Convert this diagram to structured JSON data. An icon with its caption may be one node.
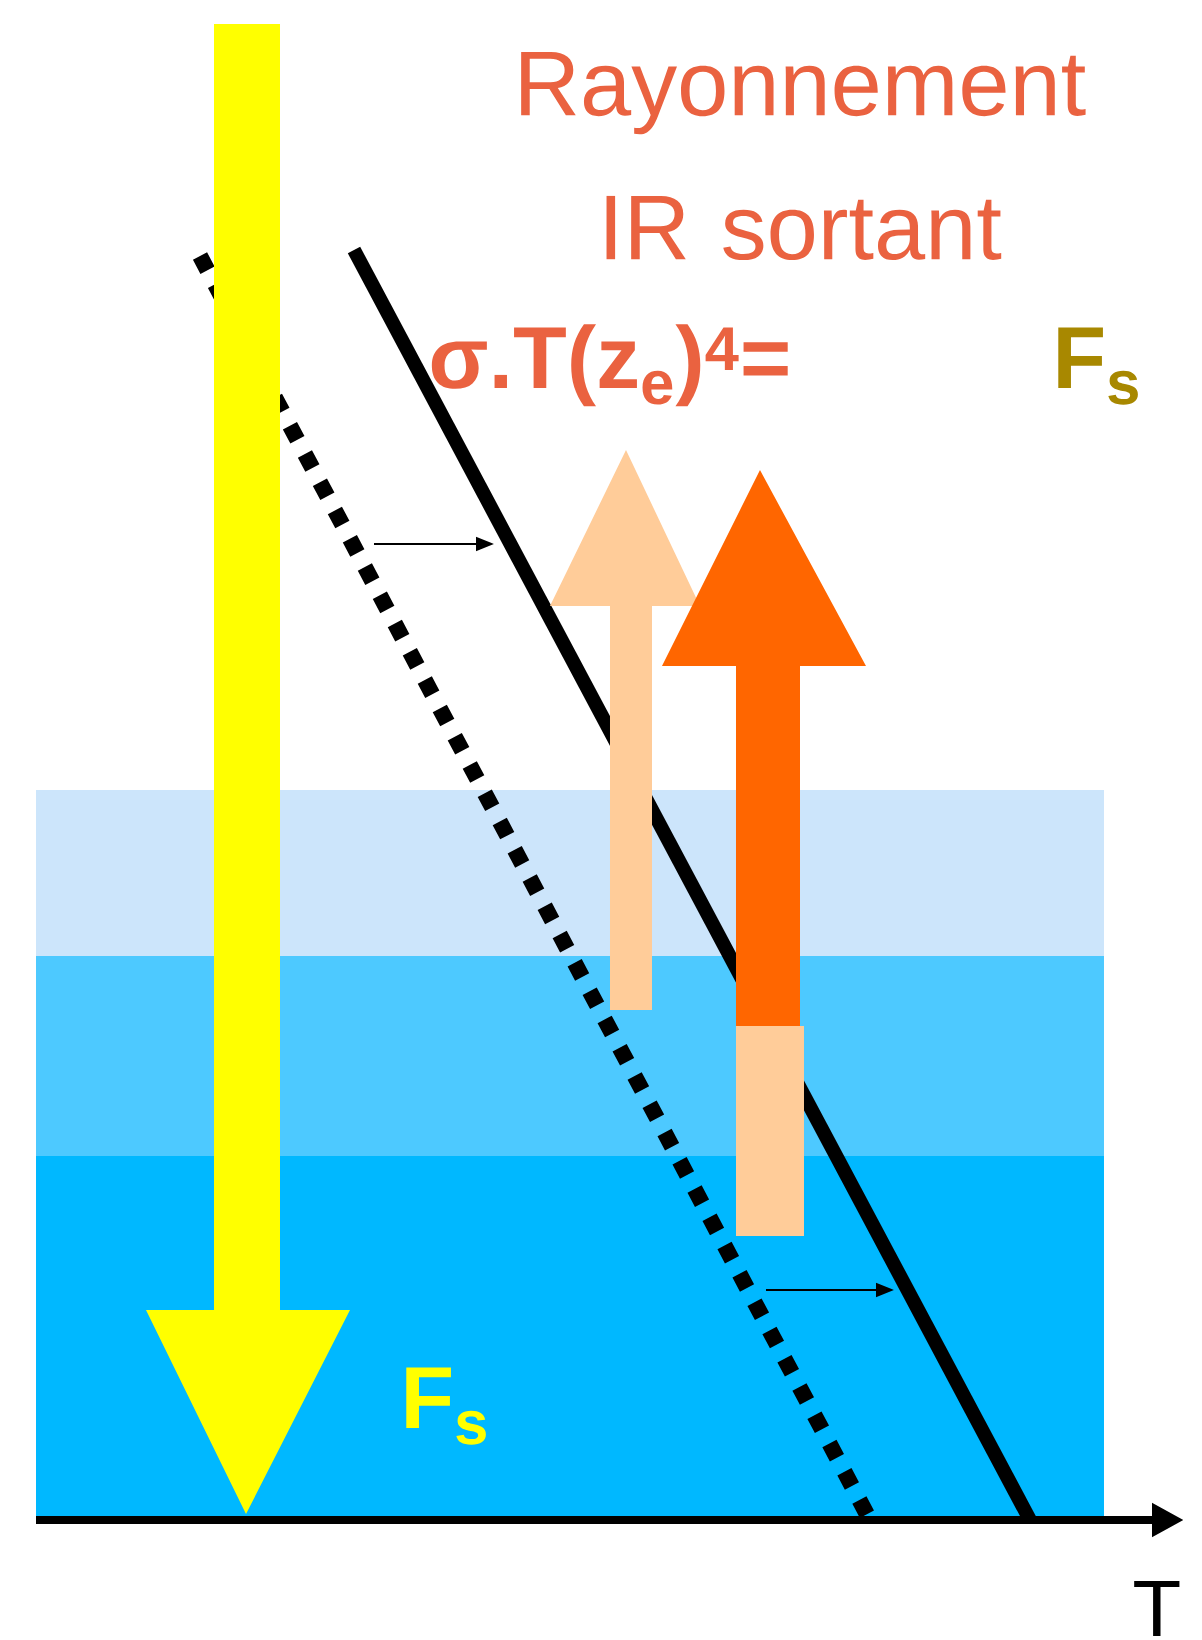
{
  "diagram": {
    "labels": [
      "Rayonnement IR sortant",
      "σ.T(z$_{e}$)$^{4}$=",
      "F$_{s}$",
      "F$_{s}$",
      "T"
    ]
  }
}
